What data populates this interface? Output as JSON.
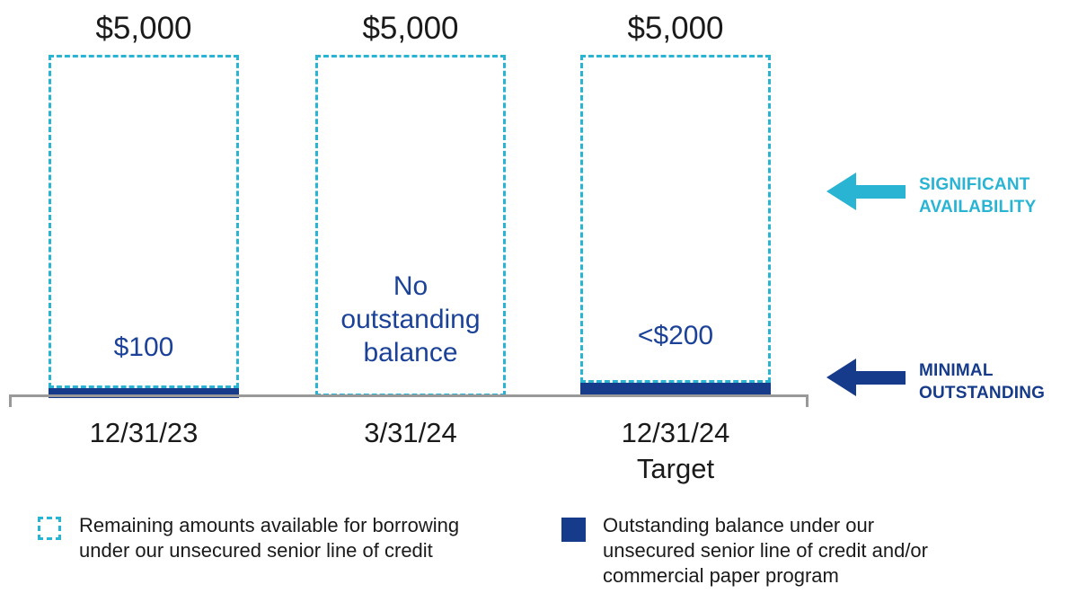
{
  "bars": [
    {
      "cap_label": "$5,000",
      "value_lines": {
        "0": "$100"
      },
      "x_lines": {
        "0": "12/31/23"
      }
    },
    {
      "cap_label": "$5,000",
      "value_lines": {
        "0": "No",
        "1": "outstanding",
        "2": "balance"
      },
      "x_lines": {
        "0": "3/31/24"
      }
    },
    {
      "cap_label": "$5,000",
      "value_lines": {
        "0": "<$200"
      },
      "x_lines": {
        "0": "12/31/24",
        "1": "Target"
      }
    }
  ],
  "callouts": {
    "significant": {
      "line1": "SIGNIFICANT",
      "line2": "AVAILABILITY"
    },
    "minimal": {
      "line1": "MINIMAL",
      "line2": "OUTSTANDING"
    }
  },
  "legend": {
    "available": {
      "line1": "Remaining amounts available for borrowing",
      "line2": "under our unsecured senior line of credit"
    },
    "outstanding": {
      "line1": "Outstanding balance under our",
      "line2": "unsecured senior line of credit and/or",
      "line3": "commercial paper program"
    }
  },
  "colors": {
    "cyan": "#29b4d4",
    "navy": "#153b8a",
    "navy_text": "#1b4298",
    "axis_gray": "#999999",
    "label_black": "#1a1a1a"
  },
  "chart_data": {
    "type": "bar",
    "title": "",
    "categories": [
      "12/31/23",
      "3/31/24",
      "12/31/24 Target"
    ],
    "series": [
      {
        "name": "Remaining amounts available for borrowing under our unsecured senior line of credit",
        "style": "dashed-outline",
        "color": "#29b4d4",
        "values": [
          5000,
          5000,
          5000
        ],
        "labels": [
          "$5,000",
          "$5,000",
          "$5,000"
        ]
      },
      {
        "name": "Outstanding balance under our unsecured senior line of credit and/or commercial paper program",
        "style": "solid",
        "color": "#153b8a",
        "values": [
          100,
          0,
          200
        ],
        "labels": [
          "$100",
          "No outstanding balance",
          "<$200"
        ]
      }
    ],
    "xlabel": "",
    "ylabel": "",
    "ylim": [
      0,
      5000
    ],
    "grid": false,
    "legend_position": "bottom",
    "annotations": [
      {
        "text": "SIGNIFICANT AVAILABILITY",
        "color": "#29b4d4",
        "arrow_direction": "left",
        "points_to": "remaining available area"
      },
      {
        "text": "MINIMAL OUTSTANDING",
        "color": "#153b8a",
        "arrow_direction": "left",
        "points_to": "outstanding balance bars"
      }
    ]
  }
}
